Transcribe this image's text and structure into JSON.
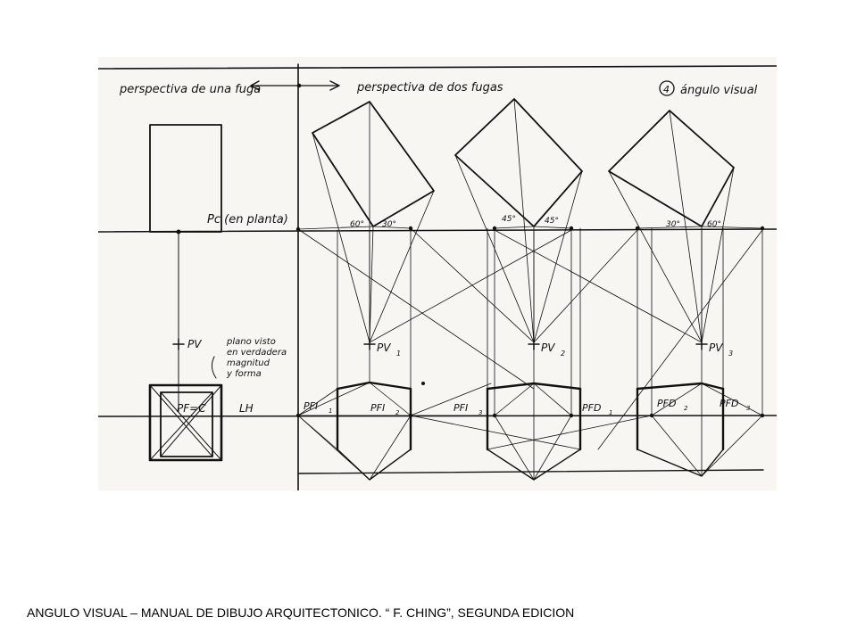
{
  "drawing": {
    "label_one_point": "perspectiva de una fuga",
    "label_two_point": "perspectiva de dos fugas",
    "label_angle": "ángulo visual",
    "label_angle_number": "4",
    "label_pc": "Pc (en planta)",
    "label_pv": "PV",
    "label_pv1": "PV",
    "label_pv1_sub": "1",
    "label_pv2": "PV",
    "label_pv2_sub": "2",
    "label_pv3": "PV",
    "label_pv3_sub": "3",
    "label_pf_c": "PF=C",
    "label_lh": "LH",
    "label_pfi1": "PFI",
    "label_pfi1_sub": "1",
    "label_pfi2": "PFI",
    "label_pfi2_sub": "2",
    "label_pfi3": "PFI",
    "label_pfi3_sub": "3",
    "label_pfd1": "PFD",
    "label_pfd1_sub": "1",
    "label_pfd2": "PFD",
    "label_pfd2_sub": "2",
    "label_pfd3": "PFD",
    "label_pfd3_sub": "3",
    "note_line1": "plano visto",
    "note_line2": "en verdadera",
    "note_line3": "magnitud",
    "note_line4": "y forma",
    "angle_1a": "60°",
    "angle_1b": "30°",
    "angle_2a": "45°",
    "angle_2b": "45°",
    "angle_3a": "30°",
    "angle_3b": "60°"
  },
  "caption": "ANGULO VISUAL – MANUAL DE DIBUJO ARQUITECTONICO. “ F. CHING”, SEGUNDA EDICION"
}
